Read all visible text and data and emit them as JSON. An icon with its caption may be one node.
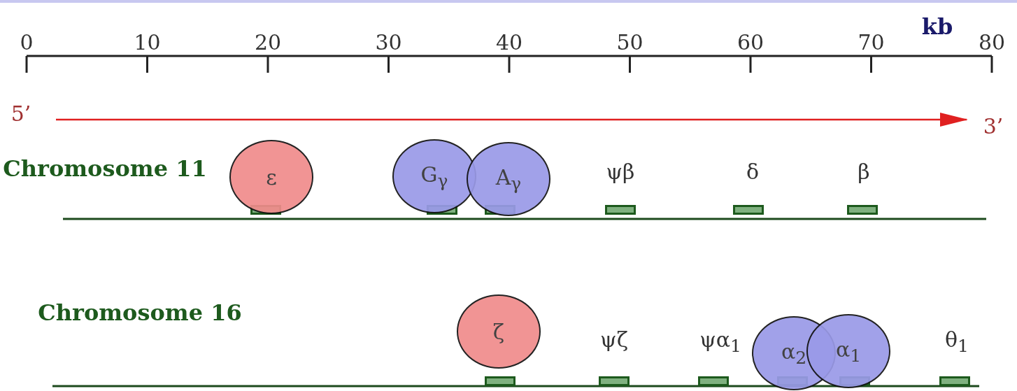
{
  "diagram": {
    "nodes": [
      {
        "text": [
          "ε"
        ]
      },
      {
        "text": [
          "G$_{γ}$"
        ]
      },
      {
        "text": [
          "A$_{γ}$"
        ]
      },
      {
        "text": [
          "ζ"
        ]
      },
      {
        "text": [
          "α$_{2}$"
        ]
      },
      {
        "text": [
          "α$_{1}$"
        ]
      }
    ],
    "labels": [
      "kb",
      "0",
      "10",
      "20",
      "30",
      "40",
      "50",
      "60",
      "70",
      "80",
      "5’",
      "3’",
      "Chromosome 11",
      "ψβ",
      "δ",
      "β",
      "Chromosome 16",
      "ψζ",
      "ψα$_{1}$",
      "θ$_{1}$"
    ]
  }
}
